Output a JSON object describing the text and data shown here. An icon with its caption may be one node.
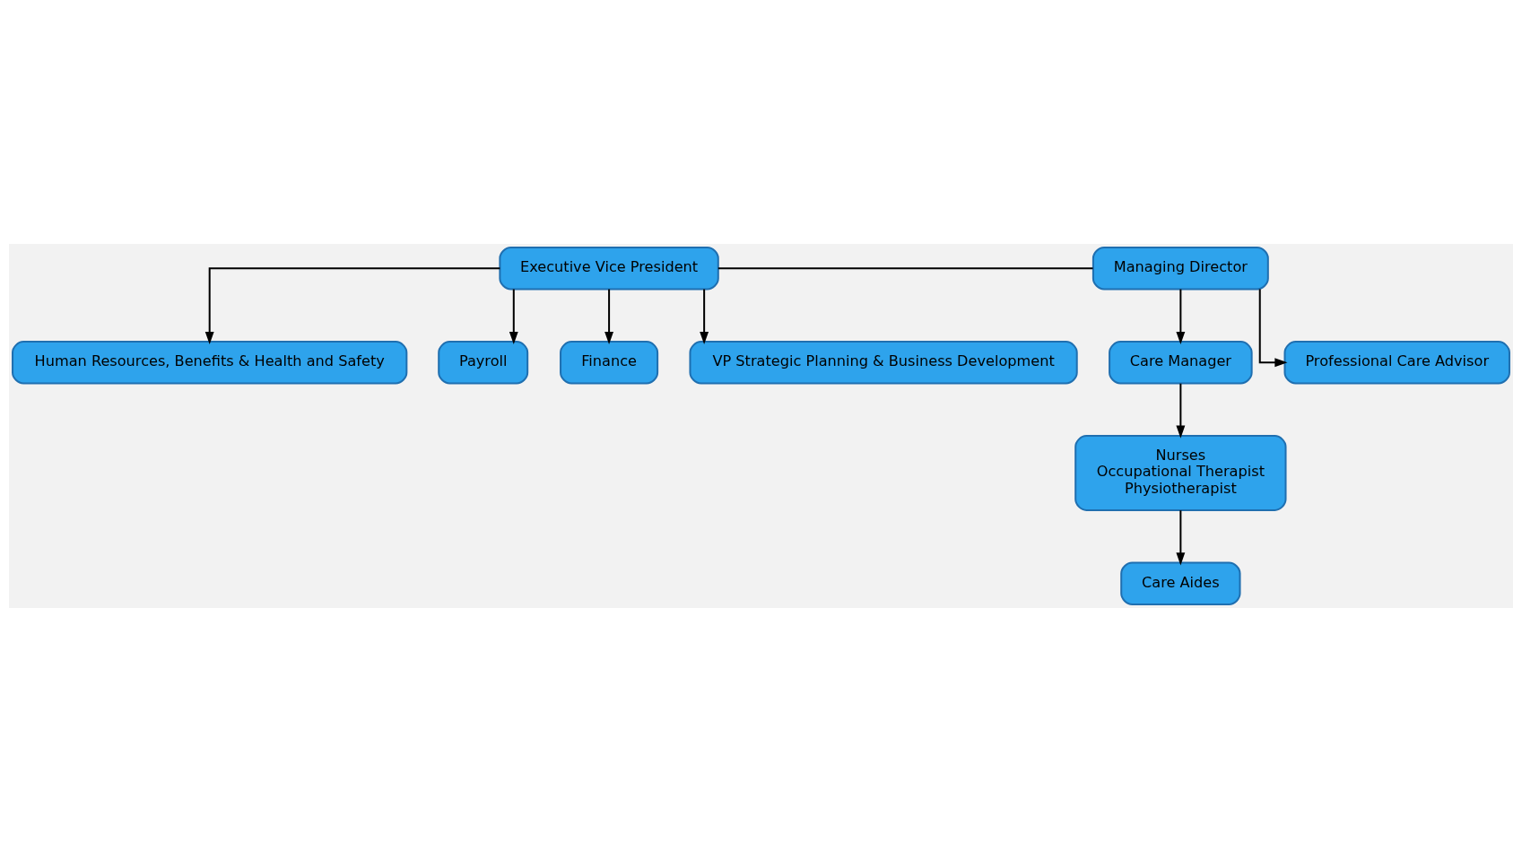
{
  "diagram": {
    "nodes": [
      {
        "text": [
          "Executive Vice President"
        ]
      },
      {
        "text": [
          "Managing Director"
        ]
      },
      {
        "text": [
          "Human Resources, Benefits & Health and Safety"
        ]
      },
      {
        "text": [
          "Payroll"
        ]
      },
      {
        "text": [
          "Finance"
        ]
      },
      {
        "text": [
          "VP Strategic Planning & Business Development"
        ]
      },
      {
        "text": [
          "Care Manager"
        ]
      },
      {
        "text": [
          "Professional Care Advisor"
        ]
      },
      {
        "text": [
          "Nurses",
          "Occupational Therapist",
          "Physiotherapist"
        ]
      },
      {
        "text": [
          "Care Aides"
        ]
      }
    ],
    "edges": [
      {
        "from": 0,
        "to": 1,
        "arrow": "none"
      },
      {
        "from": 0,
        "to": 2,
        "arrow": "to"
      },
      {
        "from": 0,
        "to": 3,
        "arrow": "to"
      },
      {
        "from": 0,
        "to": 4,
        "arrow": "to"
      },
      {
        "from": 0,
        "to": 5,
        "arrow": "to"
      },
      {
        "from": 1,
        "to": 6,
        "arrow": "to"
      },
      {
        "from": 1,
        "to": 7,
        "arrow": "to"
      },
      {
        "from": 6,
        "to": 8,
        "arrow": "to"
      },
      {
        "from": 8,
        "to": 9,
        "arrow": "to"
      }
    ]
  }
}
